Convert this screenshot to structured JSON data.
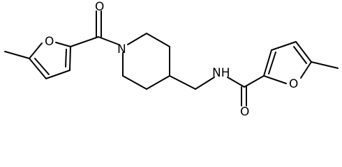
{
  "atoms": {
    "o_carbonyl_left": "O",
    "n_piperidine": "N",
    "o_furan_left": "O",
    "nh_amide": "NH",
    "o_furan_right": "O",
    "o_carbonyl_right": "O"
  }
}
